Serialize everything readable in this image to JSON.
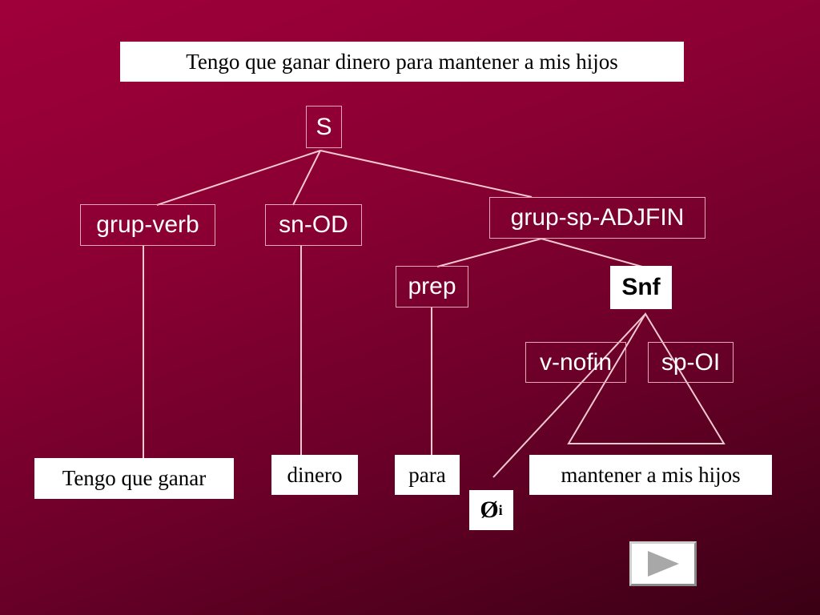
{
  "title": "Tengo que ganar dinero para mantener a mis hijos",
  "nodes": {
    "s": "S",
    "grup_verb": "grup-verb",
    "sn_od": "sn-OD",
    "grup_sp_adjfin": "grup-sp-ADJFIN",
    "prep": "prep",
    "snf": "Snf",
    "v_nofin": "v-nofin",
    "sp_oi": "sp-OI"
  },
  "leaves": {
    "tengo_que_ganar": "Tengo que ganar",
    "dinero": "dinero",
    "para": "para",
    "mantener": "mantener a mis hijos",
    "null_symbol": "Ø",
    "null_index": "i"
  },
  "icons": {
    "next": "play-triangle-icon"
  },
  "colors": {
    "line": "#f2c8d0",
    "arrow": "#a8a8a8"
  }
}
